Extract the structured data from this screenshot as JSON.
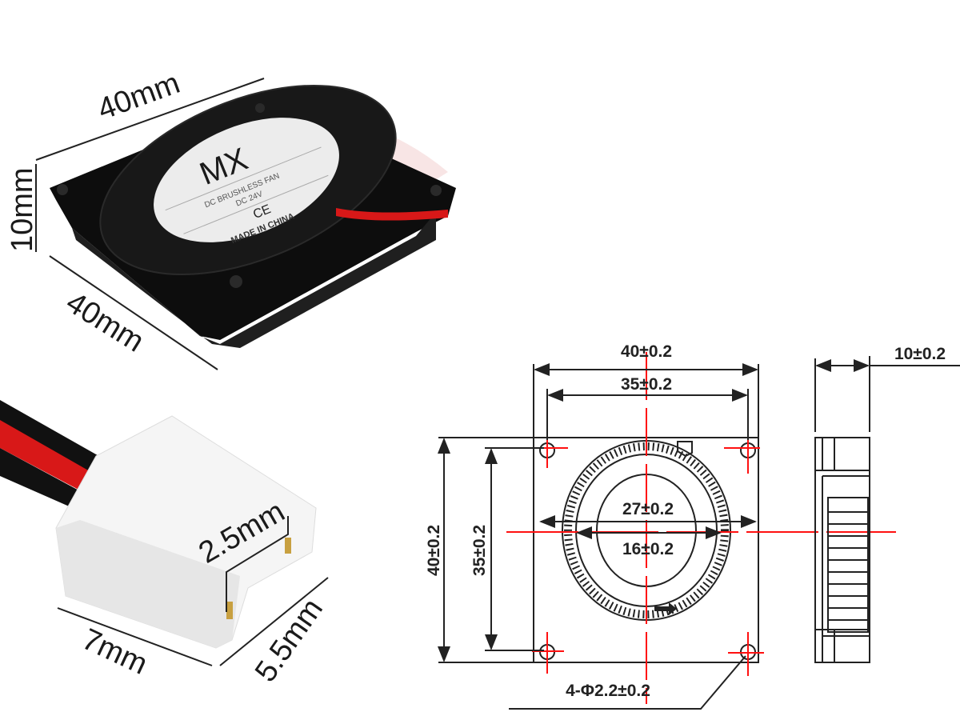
{
  "product_photo": {
    "fan_label": {
      "brand": "MX",
      "line1": "DC BRUSHLESS FAN",
      "line2": "DC 24V",
      "mark": "CE",
      "origin": "MADE IN CHINA"
    },
    "dimensions": {
      "length": "40mm",
      "height": "10mm",
      "width": "40mm"
    }
  },
  "connector": {
    "pitch": "2.5mm",
    "width": "7mm",
    "depth": "5.5mm"
  },
  "drawing": {
    "front_view": {
      "overall_width": "40±0.2",
      "hole_spacing_x": "35±0.2",
      "overall_height": "40±0.2",
      "hole_spacing_y": "35±0.2",
      "outer_diameter": "27±0.2",
      "inner_diameter": "16±0.2",
      "holes": "4-Φ2.2±0.2"
    },
    "side_view": {
      "thickness": "10±0.2"
    }
  },
  "colors": {
    "centerline": "#ff1010",
    "line": "#222222",
    "fan_body": "#111111",
    "cable_red": "#d81818"
  }
}
